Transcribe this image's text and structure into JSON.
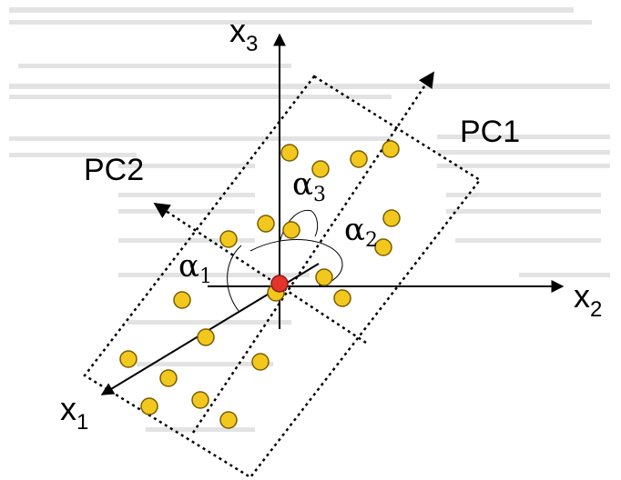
{
  "axes": {
    "x1": {
      "base": "x",
      "sub": "1"
    },
    "x2": {
      "base": "x",
      "sub": "2"
    },
    "x3": {
      "base": "x",
      "sub": "3"
    }
  },
  "components": {
    "pc1": "PC1",
    "pc2": "PC2"
  },
  "angles": {
    "a1": {
      "base": "α",
      "sub": "1"
    },
    "a2": {
      "base": "α",
      "sub": "2"
    },
    "a3": {
      "base": "α",
      "sub": "3"
    }
  },
  "colors": {
    "point_fill": "#f2c81e",
    "point_stroke": "#7a5c00",
    "origin_fill": "#e3342b",
    "origin_stroke": "#8a1a12",
    "line": "#000000",
    "bleed_text": "#c9c9c9"
  }
}
